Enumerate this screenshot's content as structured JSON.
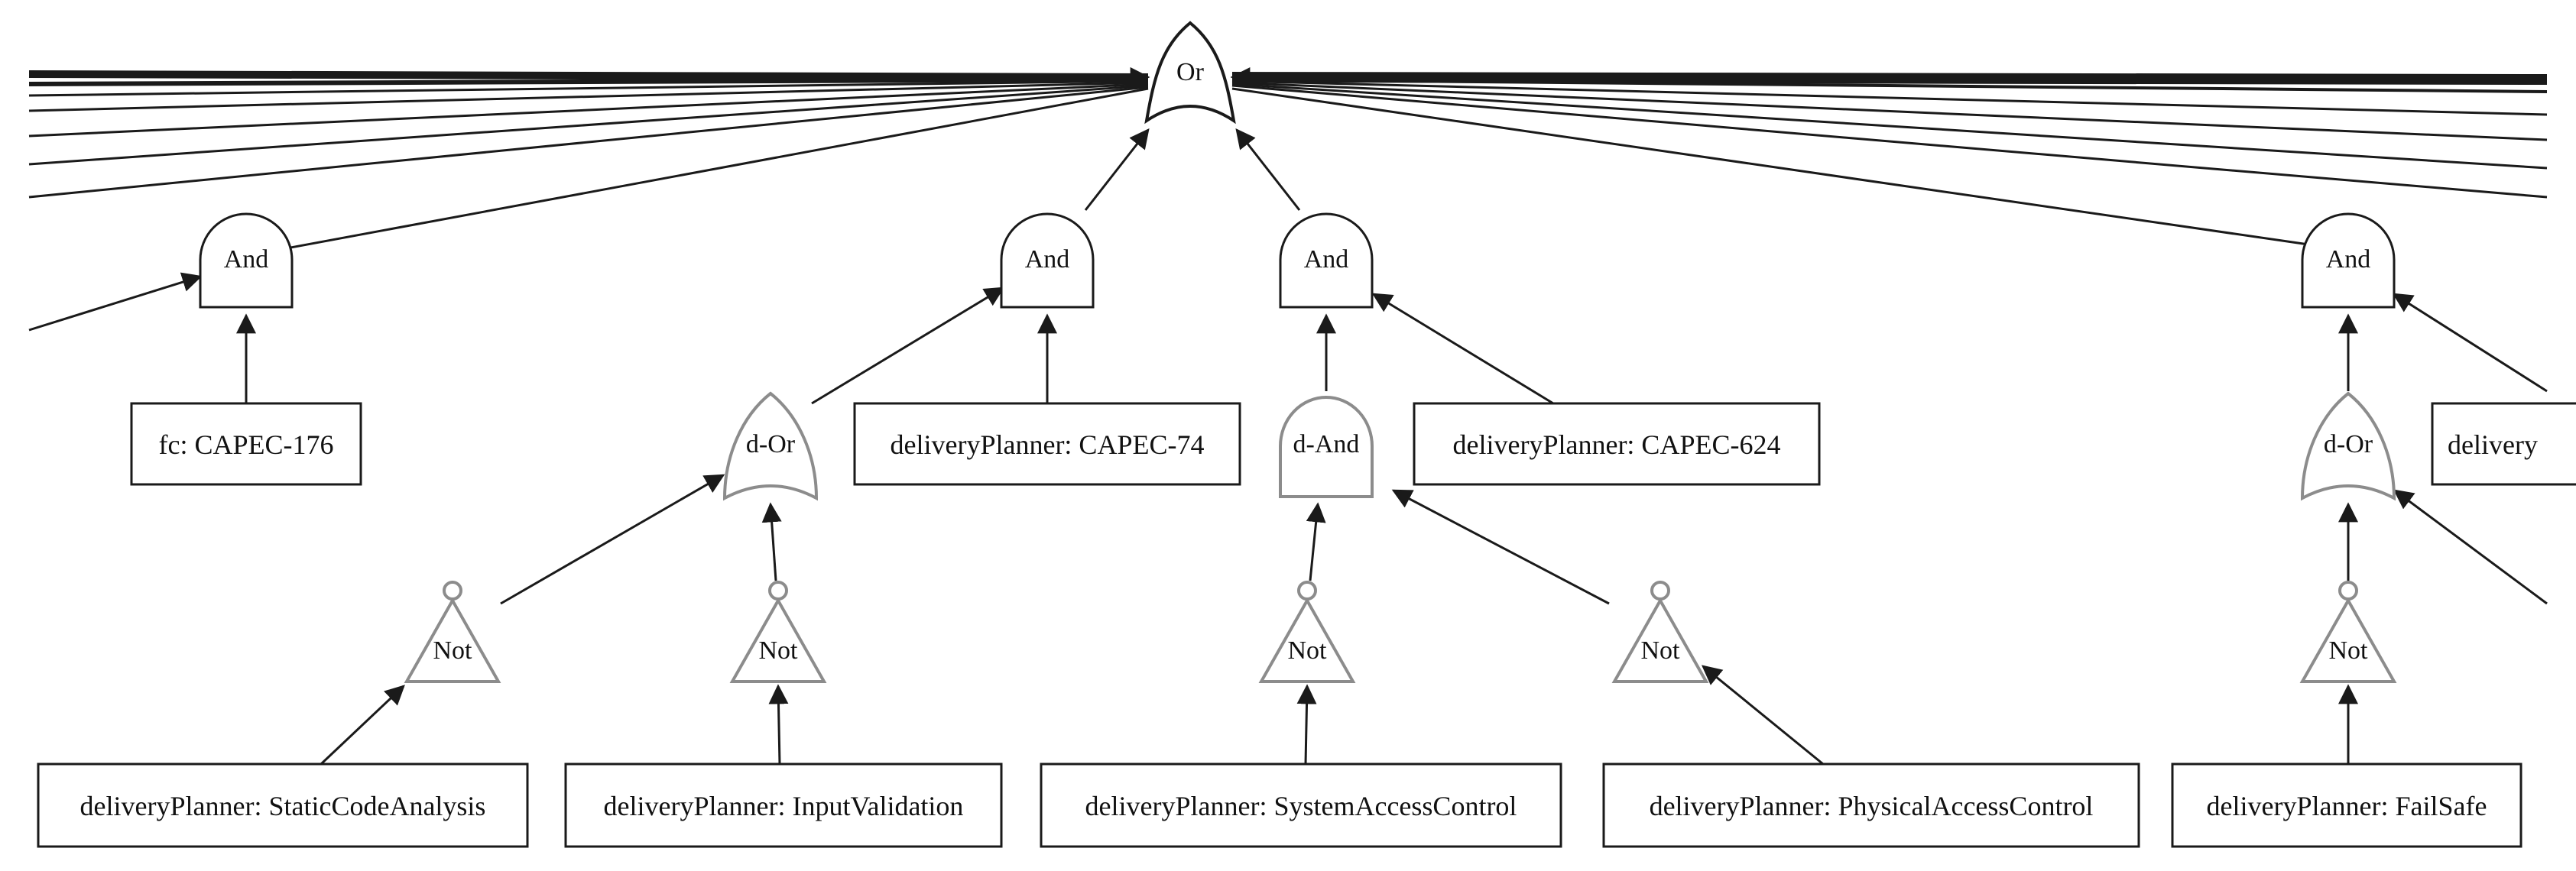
{
  "colors": {
    "primary_stroke": "#1a1a1a",
    "secondary_stroke": "#8c8c8c",
    "background": "#ffffff"
  },
  "gates": {
    "root_or": {
      "label": "Or"
    },
    "and_1": {
      "label": "And"
    },
    "and_2": {
      "label": "And"
    },
    "and_3": {
      "label": "And"
    },
    "and_4": {
      "label": "And"
    },
    "d_or_1": {
      "label": "d-Or"
    },
    "d_and_1": {
      "label": "d-And"
    },
    "d_or_2": {
      "label": "d-Or"
    },
    "not_1": {
      "label": "Not"
    },
    "not_2": {
      "label": "Not"
    },
    "not_3": {
      "label": "Not"
    },
    "not_4": {
      "label": "Not"
    },
    "not_5": {
      "label": "Not"
    }
  },
  "boxes": {
    "fc_capec_176": "fc: CAPEC-176",
    "dp_capec_74": "deliveryPlanner: CAPEC-74",
    "dp_capec_624": "deliveryPlanner: CAPEC-624",
    "dp_partial": "delivery",
    "dp_static_code_analysis": "deliveryPlanner: StaticCodeAnalysis",
    "dp_input_validation": "deliveryPlanner: InputValidation",
    "dp_system_access_control": "deliveryPlanner: SystemAccessControl",
    "dp_physical_access_control": "deliveryPlanner: PhysicalAccessControl",
    "dp_fail_safe": "deliveryPlanner: FailSafe"
  }
}
